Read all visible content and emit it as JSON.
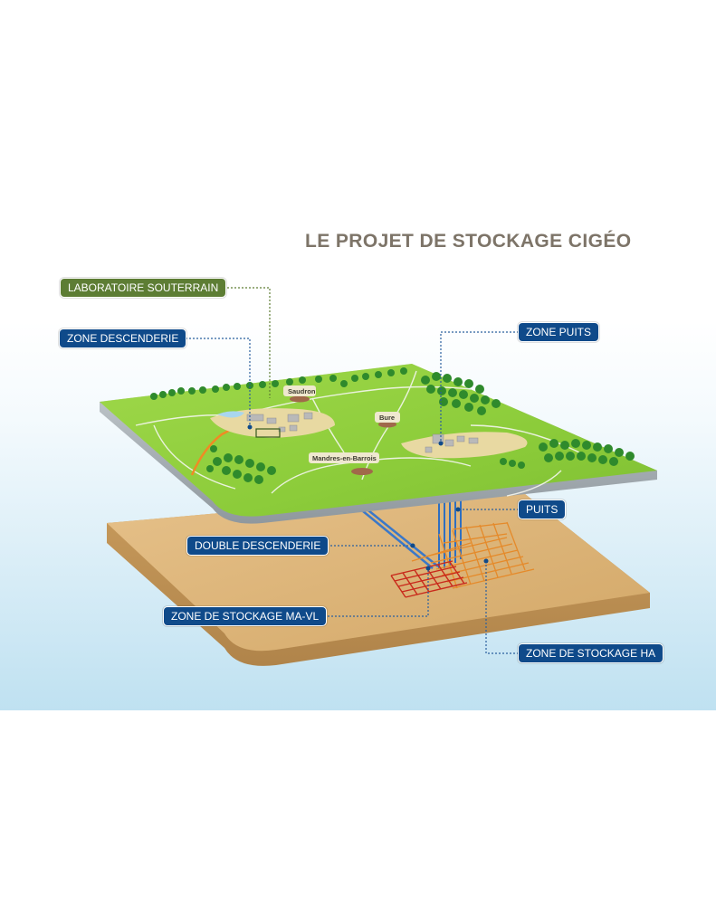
{
  "title": "LE PROJET DE STOCKAGE CIGÉO",
  "colors": {
    "label_blue": "#0f4a8a",
    "label_green": "#5d7d34",
    "surface_grass": "#8ccc3a",
    "underground_clay": "#dcb37a",
    "storage_ha": "#e58a2a",
    "storage_mavl": "#c9291b",
    "shafts": "#2f6fc0"
  },
  "labels": {
    "laboratoire": "LABORATOIRE SOUTERRAIN",
    "zone_descenderie": "ZONE DESCENDERIE",
    "zone_puits": "ZONE PUITS",
    "puits": "PUITS",
    "double_descenderie": "DOUBLE DESCENDERIE",
    "zone_stockage_mavl": "ZONE DE STOCKAGE MA-VL",
    "zone_stockage_ha": "ZONE DE STOCKAGE HA"
  },
  "villages": {
    "saudron": "Saudron",
    "bure": "Bure",
    "mandres": "Mandres-en-Barrois"
  }
}
